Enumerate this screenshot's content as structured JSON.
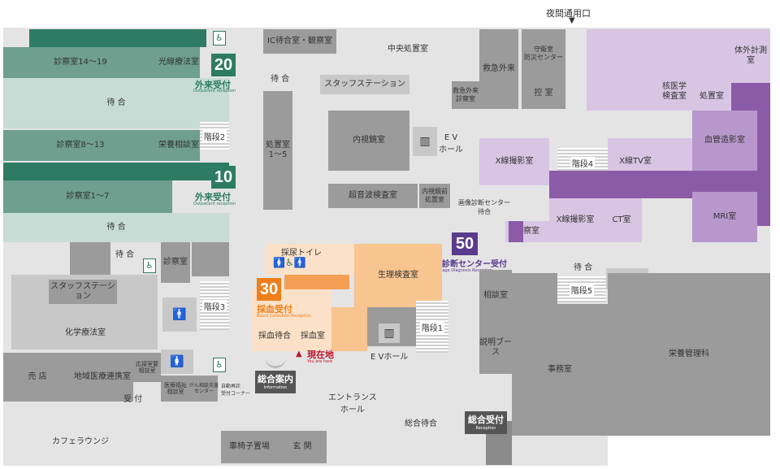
{
  "top_label": "夜間通用口",
  "top_arrow": "▼",
  "rooms": {
    "exam14_19": "診察室14～19",
    "phototherapy": "光線療法室",
    "waiting1": "待 合",
    "exam8_13": "診察室8～13",
    "nutrition_consult": "栄養相談室",
    "stairs2": "階段2",
    "exam1_7": "診察室1～7",
    "waiting2": "待 合",
    "waiting3": "待 合",
    "exam_small": "診察室",
    "staff_station_left": "スタッフステーション",
    "stairs3": "階段3",
    "chemo": "化学療法室",
    "shop": "売 店",
    "regional": "地域医療連携室",
    "counseling": "応接室要\n相談室",
    "reception_small": "受 付",
    "medwelfare": "医療福祉\n相談室",
    "cancer_center": "がん相談支援\nセンター",
    "self_pay": "自動再診\n受付コーナー",
    "ic_waiting": "IC待合室・観察室",
    "central_treat": "中央処置室",
    "waiting4": "待 合",
    "staff_station_center": "スタッフステーション",
    "treat1_5": "処置室\n1～5",
    "endoscopy": "内視鏡室",
    "ultrasound": "超音波検査室",
    "endo_pre": "内視鏡前\n処置室",
    "ev_hall_top": "E V\nホール",
    "er_external": "救急外来",
    "er_exam": "救急外来\n診察室",
    "guard": "守衛室\n防災センター",
    "lounge": "控 室",
    "nuclear": "核医学\n検査室",
    "treat_room": "処置室",
    "external_meas": "体外計測室",
    "angiography": "血管造影室",
    "xray1": "X線撮影室",
    "stairs4": "階段4",
    "xray_tv": "X線TV室",
    "img_waiting": "画像診断センター\n待合",
    "mri": "MRI室",
    "xray2": "X線撮影室",
    "ct": "CT室",
    "exam_purple": "診察室",
    "urine_toilet": "採尿トイレ",
    "physio": "生理検査室",
    "blood_wait": "採血待合",
    "blood_room": "採血室",
    "stairs1": "階段1",
    "ev_hall_bottom": "E Vホール",
    "waiting5": "待 合",
    "stairs5": "階段5",
    "consult_right": "相談室",
    "explain_booth": "説明ブース",
    "nutrition_mgmt": "栄養管理科",
    "office": "事務室",
    "entrance_hall": "エントランス\nホール",
    "general_waiting": "総合待合",
    "cafe": "カフェラウンジ",
    "wheelchair": "車椅子置場",
    "genkan": "玄 関"
  },
  "signs": {
    "s20_num": "20",
    "s20_title": "外来受付",
    "s20_sub": "Outpatient reception",
    "s10_num": "10",
    "s10_title": "外来受付",
    "s10_sub": "Outpatient reception",
    "s50_num": "50",
    "s50_title": "画像診断センター受付",
    "s50_sub": "Image Diagnosis Reception",
    "s30_num": "30",
    "s30_title": "採血受付",
    "s30_sub": "Blood Collection Reception",
    "info_title": "総合案内",
    "info_sub": "Information",
    "recep_title": "総合受付",
    "recep_sub": "Reception",
    "here_title": "現在地",
    "here_sub": "You are here",
    "here_mark": "▲"
  },
  "icons": {
    "wheelchair": "♿",
    "toilet_m": "🚹",
    "toilet_w": "🚺",
    "elevator": "▥",
    "hanger": "⌒"
  },
  "colors": {
    "teal_dark": "#2d7b63",
    "purple": "#5a3a8c",
    "orange": "#ef7f1a",
    "red": "#c0152b"
  }
}
